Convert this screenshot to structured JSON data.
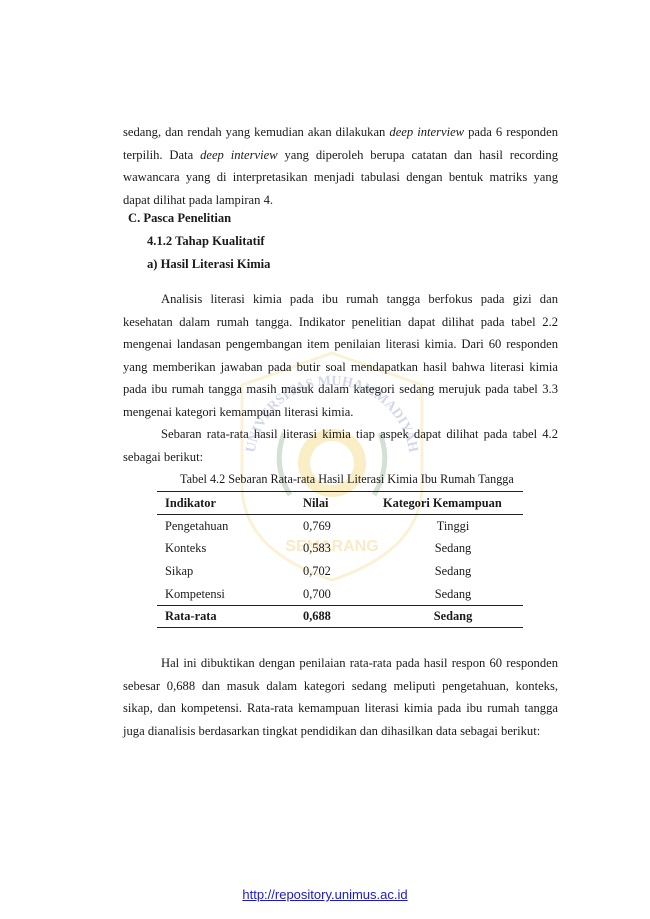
{
  "para1": {
    "part1": "sedang, dan rendah yang kemudian akan dilakukan ",
    "em1": "deep interview",
    "part2": " pada 6 responden terpilih. Data ",
    "em2": "deep interview",
    "part3": " yang diperoleh berupa catatan dan hasil recording wawancara yang di interpretasikan menjadi tabulasi dengan bentuk matriks yang dapat dilihat pada lampiran 4."
  },
  "heading_c": "C.  Pasca Penelitian",
  "heading_412": "4.1.2    Tahap Kualitatif",
  "heading_a": "a)   Hasil Literasi Kimia",
  "para2": "Analisis literasi kimia pada ibu rumah tangga berfokus pada gizi dan kesehatan dalam rumah tangga. Indikator penelitian dapat dilihat pada tabel 2.2 mengenai landasan pengembangan item penilaian literasi kimia. Dari 60 responden yang memberikan jawaban pada butir soal mendapatkan hasil bahwa literasi kimia pada ibu rumah tangga masih masuk dalam kategori sedang merujuk pada tabel 3.3 mengenai kategori kemampuan literasi kimia.",
  "para3": "Sebaran rata-rata hasil literasi kimia tiap aspek dapat dilihat pada tabel 4.2 sebagai berikut:",
  "table": {
    "caption": "Tabel 4.2 Sebaran Rata-rata Hasil Literasi Kimia Ibu Rumah Tangga",
    "headers": [
      "Indikator",
      "Nilai",
      "Kategori Kemampuan"
    ],
    "rows": [
      [
        "Pengetahuan",
        "0,769",
        "Tinggi"
      ],
      [
        "Konteks",
        "0,583",
        "Sedang"
      ],
      [
        "Sikap",
        "0,702",
        "Sedang"
      ],
      [
        "Kompetensi",
        "0,700",
        "Sedang"
      ]
    ],
    "average": [
      "Rata-rata",
      "0,688",
      "Sedang"
    ]
  },
  "para4": "Hal ini dibuktikan dengan penilaian rata-rata pada hasil respon 60 responden sebesar 0,688 dan masuk dalam kategori sedang meliputi pengetahuan, konteks, sikap, dan kompetensi. Rata-rata kemampuan literasi kimia pada ibu rumah tangga juga dianalisis berdasarkan tingkat pendidikan dan dihasilkan data sebagai berikut:",
  "watermark": {
    "text_top": "UNIVERSITAS MUHAMMADIYAH",
    "text_bottom": "SEMARANG",
    "icon": "university-seal-icon"
  },
  "footer_link": "http://repository.unimus.ac.id",
  "colors": {
    "link": "#1a1acc",
    "text": "#1a1a1a",
    "seal": "#e0b000"
  }
}
